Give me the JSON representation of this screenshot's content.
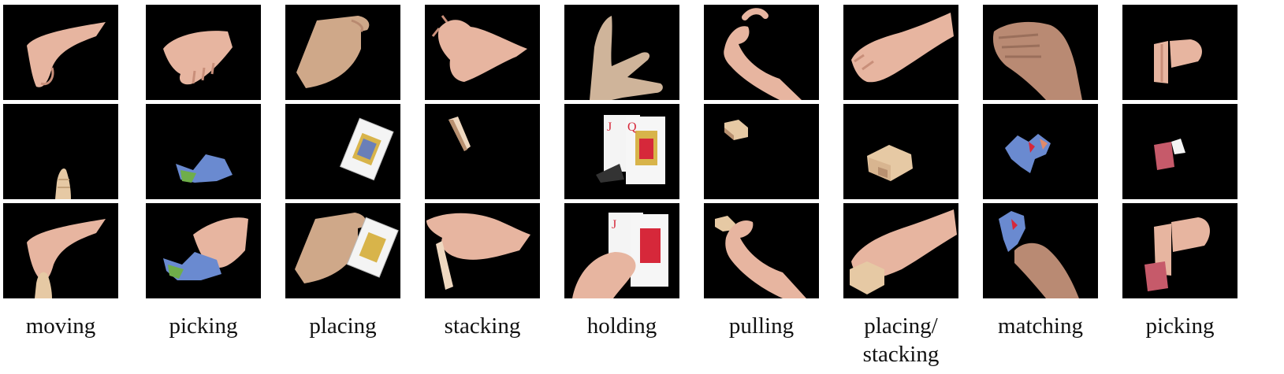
{
  "figure": {
    "columns": [
      {
        "label": "moving",
        "label_lines": [
          "moving"
        ],
        "rows": [
          "hand",
          "object",
          "hand-object"
        ]
      },
      {
        "label": "picking",
        "label_lines": [
          "picking"
        ],
        "rows": [
          "hand",
          "object",
          "hand-object"
        ]
      },
      {
        "label": "placing",
        "label_lines": [
          "placing"
        ],
        "rows": [
          "hand",
          "object",
          "hand-object"
        ]
      },
      {
        "label": "stacking",
        "label_lines": [
          "stacking"
        ],
        "rows": [
          "hand",
          "object",
          "hand-object"
        ]
      },
      {
        "label": "holding",
        "label_lines": [
          "holding"
        ],
        "rows": [
          "hand",
          "object",
          "hand-object"
        ]
      },
      {
        "label": "pulling",
        "label_lines": [
          "pulling"
        ],
        "rows": [
          "hand",
          "object",
          "hand-object"
        ]
      },
      {
        "label": "placing/ stacking",
        "label_lines": [
          "placing/",
          "stacking"
        ],
        "rows": [
          "hand",
          "object",
          "hand-object"
        ]
      },
      {
        "label": "matching",
        "label_lines": [
          "matching"
        ],
        "rows": [
          "hand",
          "object",
          "hand-object"
        ]
      },
      {
        "label": "picking",
        "label_lines": [
          "picking"
        ],
        "rows": [
          "hand",
          "object",
          "hand-object"
        ]
      }
    ],
    "colors": {
      "tile_background": "#000000",
      "skin": "#e7b5a0",
      "skin_shadow": "#c98f7a",
      "card": "#f4f4f4",
      "card_red": "#d6283a",
      "wood": "#e6c9a4"
    }
  }
}
